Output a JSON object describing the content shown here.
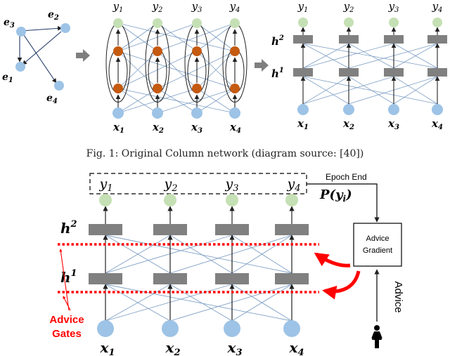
{
  "colors": {
    "node_blue": "#9dc3e6",
    "node_orange": "#c55a11",
    "node_green": "#c5e0b4",
    "hidden_gray": "#808080",
    "advice_red": "#ff0000",
    "edge_blue": "#7f9fc5",
    "arrow_gray": "#7f7f7f"
  },
  "graph": {
    "e1": "e",
    "e1_sub": "1",
    "e2": "e",
    "e2_sub": "2",
    "e3": "e",
    "e3_sub": "3",
    "e4": "e",
    "e4_sub": "4"
  },
  "top": {
    "y_labels": [
      {
        "base": "y",
        "sub": "1"
      },
      {
        "base": "y",
        "sub": "2"
      },
      {
        "base": "y",
        "sub": "3"
      },
      {
        "base": "y",
        "sub": "4"
      }
    ],
    "x_labels": [
      {
        "base": "x",
        "sub": "1"
      },
      {
        "base": "x",
        "sub": "2"
      },
      {
        "base": "x",
        "sub": "3"
      },
      {
        "base": "x",
        "sub": "4"
      }
    ],
    "h2": {
      "base": "h",
      "sup": "2"
    },
    "h1": {
      "base": "h",
      "sup": "1"
    }
  },
  "caption": "Fig. 1: Original Column network (diagram source: [40])",
  "bottom": {
    "y_labels": [
      {
        "base": "y",
        "sub": "1"
      },
      {
        "base": "y",
        "sub": "2"
      },
      {
        "base": "y",
        "sub": "3"
      },
      {
        "base": "y",
        "sub": "4"
      }
    ],
    "x_labels": [
      {
        "base": "x",
        "sub": "1"
      },
      {
        "base": "x",
        "sub": "2"
      },
      {
        "base": "x",
        "sub": "3"
      },
      {
        "base": "x",
        "sub": "4"
      }
    ],
    "h2": {
      "base": "h",
      "sup": "2"
    },
    "h1": {
      "base": "h",
      "sup": "1"
    },
    "epoch_end": "Epoch End",
    "prob": {
      "p": "P",
      "open": "(",
      "y": "y",
      "sub": "i",
      "close": ")"
    },
    "advice_gradient_line1": "Advice",
    "advice_gradient_line2": "Gradient",
    "advice_vertical": "Advice",
    "advice_gates_line1": "Advice",
    "advice_gates_line2": "Gates"
  }
}
